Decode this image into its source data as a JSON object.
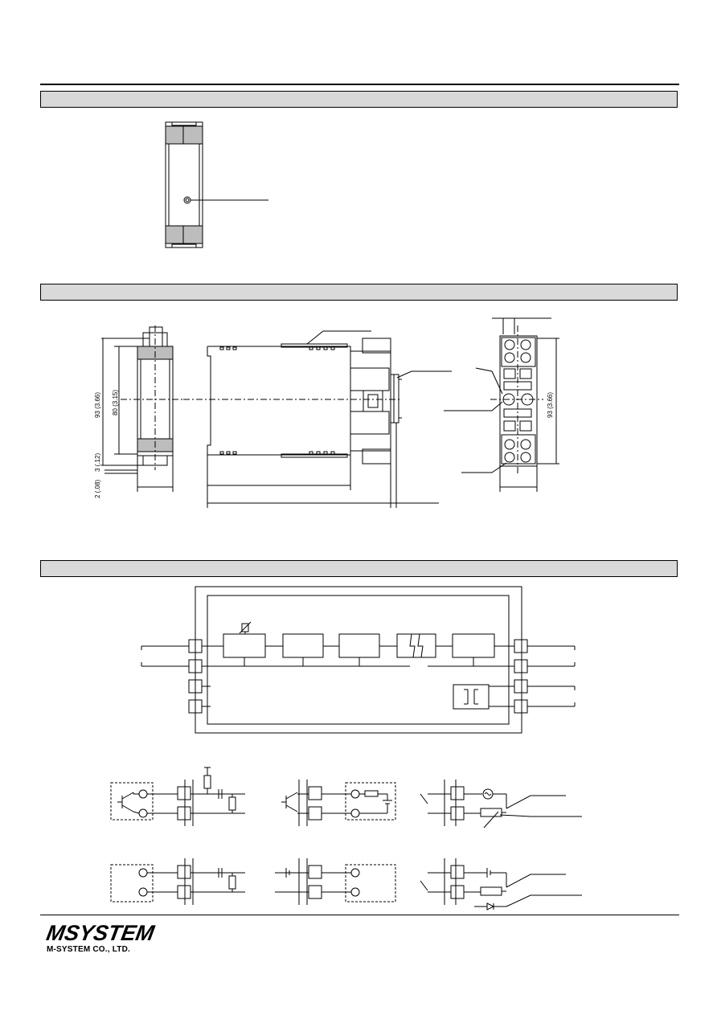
{
  "dimensions": {
    "height_total": "93 (3.66)",
    "height_body": "80 (3.15)",
    "gap_upper": "3 (.12)",
    "gap_lower": "2 (.08)",
    "socket_height": "93 (3.66)"
  },
  "brand": {
    "logo_word": "MSYSTEM",
    "company": "M-SYSTEM CO., LTD."
  }
}
